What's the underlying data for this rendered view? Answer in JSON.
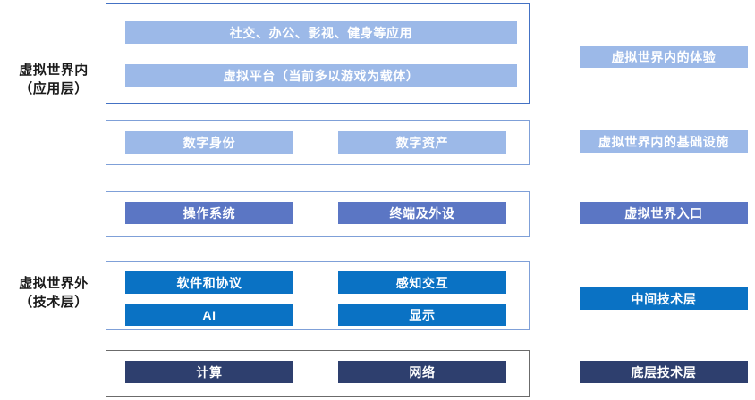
{
  "diagram": {
    "title_sections": [
      {
        "id": "inside",
        "line1": "虚拟世界内",
        "line2": "（应用层）"
      },
      {
        "id": "outside",
        "line1": "虚拟世界外",
        "line2": "（技术层）"
      }
    ],
    "groups": [
      {
        "id": "application-platform",
        "border": "#4472C4",
        "bars": [
          {
            "label": "社交、办公、影视、健身等应用",
            "color": "#9CB9E8"
          },
          {
            "label": "虚拟平台（当前多以游戏为载体）",
            "color": "#9CB9E8"
          }
        ]
      },
      {
        "id": "digital-infrastructure",
        "border": "#7FA0D8",
        "bars": [
          {
            "label": "数字身份",
            "color": "#9CB9E8"
          },
          {
            "label": "数字资产",
            "color": "#9CB9E8"
          }
        ]
      },
      {
        "id": "entrance",
        "border": "#7FA0D8",
        "bars": [
          {
            "label": "操作系统",
            "color": "#5B76C4"
          },
          {
            "label": "终端及外设",
            "color": "#5B76C4"
          }
        ]
      },
      {
        "id": "middle-tech",
        "border": "#7FA0D8",
        "bars": [
          {
            "label": "软件和协议",
            "color": "#0A72C4"
          },
          {
            "label": "感知交互",
            "color": "#0A72C4"
          },
          {
            "label": "AI",
            "color": "#0A72C4"
          },
          {
            "label": "显示",
            "color": "#0A72C4"
          }
        ]
      },
      {
        "id": "base-tech",
        "border": "#6B6B6B",
        "bars": [
          {
            "label": "计算",
            "color": "#2E3F6E"
          },
          {
            "label": "网络",
            "color": "#2E3F6E"
          }
        ]
      }
    ],
    "tags": [
      {
        "id": "experience",
        "label": "虚拟世界内的体验",
        "color": "#9CB9E8"
      },
      {
        "id": "infrastructure",
        "label": "虚拟世界内的基础设施",
        "color": "#9CB9E8"
      },
      {
        "id": "entrance",
        "label": "虚拟世界入口",
        "color": "#5B76C4"
      },
      {
        "id": "middle",
        "label": "中间技术层",
        "color": "#0A72C4"
      },
      {
        "id": "base",
        "label": "底层技术层",
        "color": "#2E3F6E"
      }
    ],
    "divider": {
      "style": "dashed",
      "color": "#8EA9D0"
    }
  }
}
